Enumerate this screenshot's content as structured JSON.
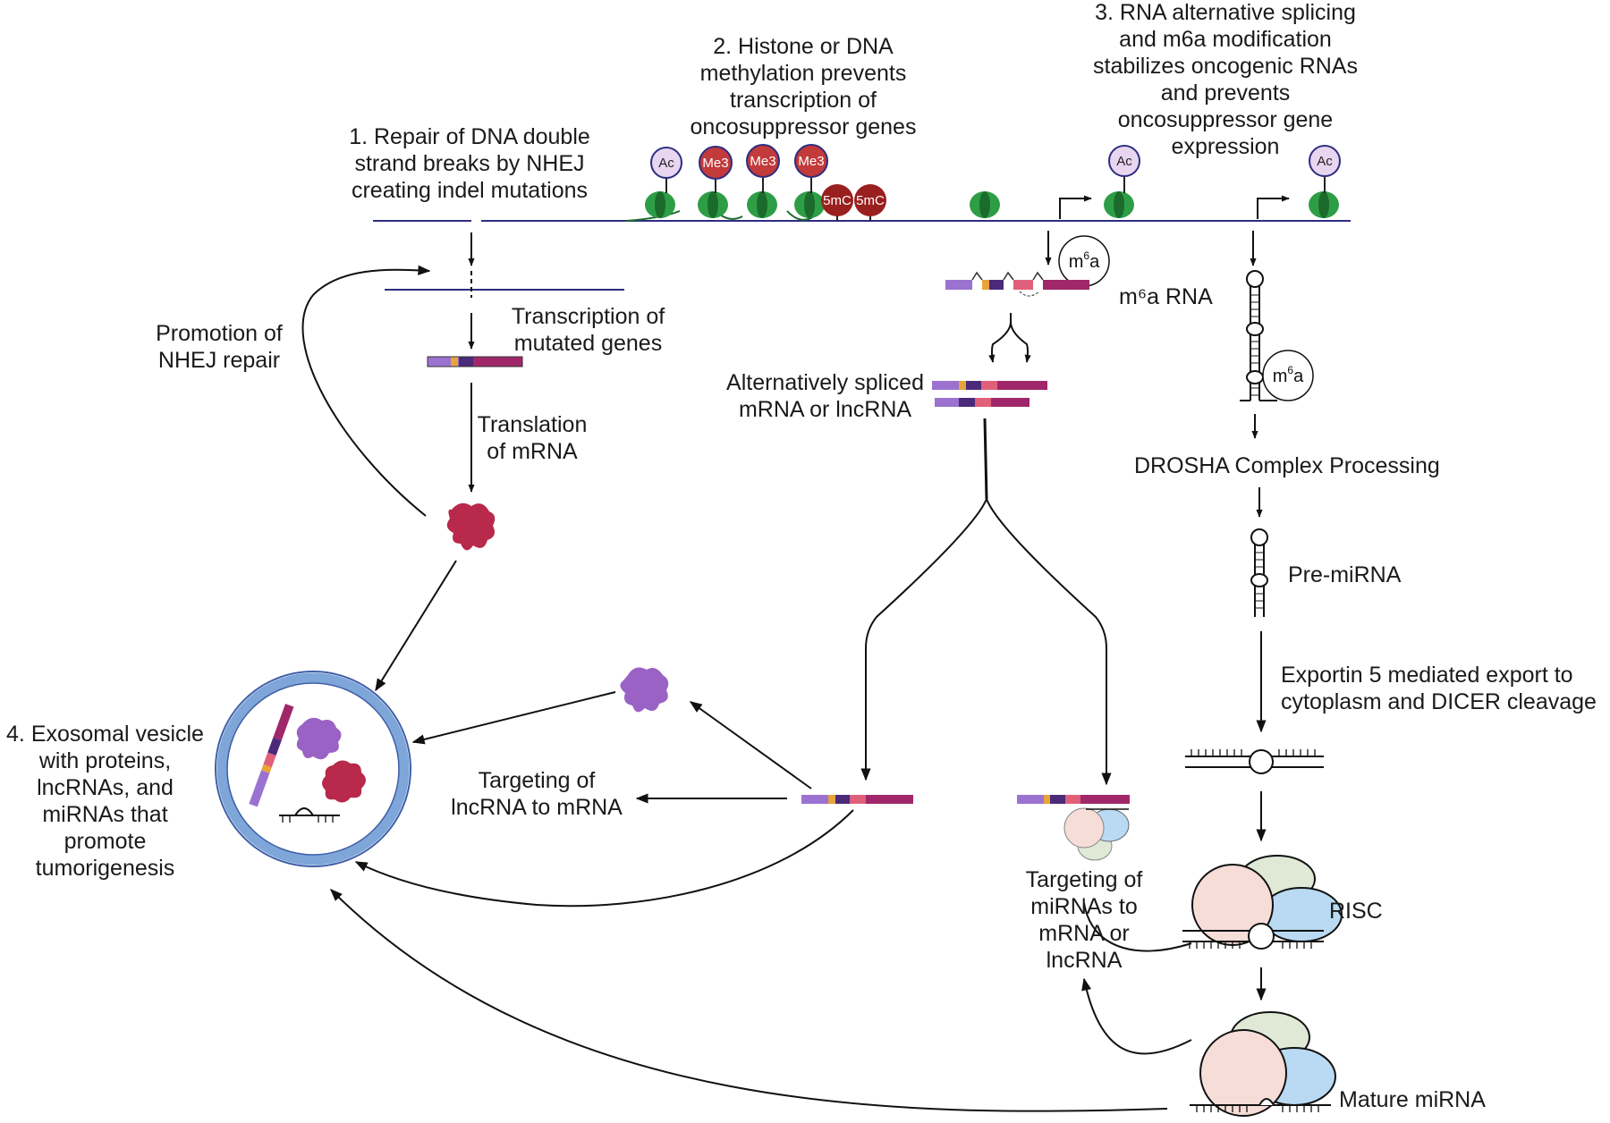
{
  "labels": {
    "step1": "1.  Repair of DNA double\nstrand breaks by NHEJ\ncreating indel mutations",
    "step2": "2. Histone or DNA\nmethylation prevents\ntranscription of\noncosuppressor genes",
    "step3": "3. RNA alternative splicing\nand m6a modification\nstabilizes oncogenic RNAs\nand prevents\noncosuppressor gene\nexpression",
    "step4": "4. Exosomal vesicle\nwith proteins,\nlncRNAs, and\nmiRNAs that\npromote\ntumorigenesis",
    "transcription": "Transcription of\nmutated genes",
    "translation": "Translation\nof mRNA",
    "promotion": "Promotion of\nNHEJ repair",
    "m6a_rna": "m⁶a RNA",
    "alt_spliced": "Alternatively spliced\nmRNA or lncRNA",
    "drosha": "DROSHA Complex Processing",
    "pre_mirna": "Pre-miRNA",
    "exportin": "Exportin 5 mediated export to\ncytoplasm and DICER cleavage",
    "risc": "RISC",
    "mature_mirna": "Mature miRNA",
    "lnc_target": "Targeting of\nlncRNA to mRNA",
    "mirna_target": "Targeting of\nmiRNAs to\nmRNA or\nlncRNA"
  },
  "tags": {
    "acetyl": "Ac",
    "me3": "Me3",
    "methyl_c": "5mC",
    "m6a_base": "m",
    "m6a_sup": "6",
    "m6a_tail": "a"
  },
  "colors": {
    "dna": "#2d2d80",
    "nucleosome": "#2e9e46",
    "nucleosome_dark": "#1b6b2c",
    "acetyl_fill": "#e8d6f0",
    "me3_fill": "#c23a3a",
    "methyl_c_fill": "#9a1f1f",
    "exon_lavender": "#9b72d0",
    "exon_orange": "#e8a33a",
    "exon_purple": "#4b2a7a",
    "exon_pink": "#e0607a",
    "exon_magenta": "#a0286a",
    "protein_red": "#b8294b",
    "protein_purple": "#9a62c4",
    "vesicle_ring": "#7ea6d8",
    "risc_pink": "#f6ddd8",
    "risc_blue": "#b9daf2",
    "risc_green": "#dfe9d6"
  }
}
